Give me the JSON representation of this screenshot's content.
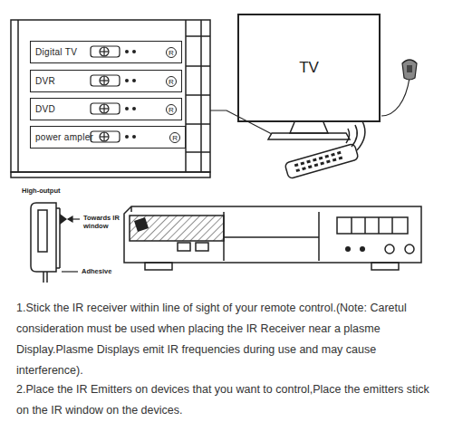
{
  "diagram": {
    "nodes": [
      {
        "text": [
          "Digital TV",
          "R"
        ]
      },
      {
        "text": [
          "DVR",
          "R"
        ]
      },
      {
        "text": [
          "DVD",
          "R"
        ]
      },
      {
        "text": [
          "power ampler",
          "R"
        ]
      },
      {
        "text": [
          "TV"
        ]
      }
    ],
    "labels": [
      "High-output",
      "Towards IR window",
      "Adhesive",
      "1.Stick the IR receiver within line of sight of your remote control.(Note: Caretul consideration must be used when placing the IR Receiver near a plasme Display.Plasme Displays emit IR frequencies during use and may cause interference).",
      "2.Place the IR Emitters on devices that you want to control,Place the emitters stick on the IR window on the devices."
    ]
  }
}
